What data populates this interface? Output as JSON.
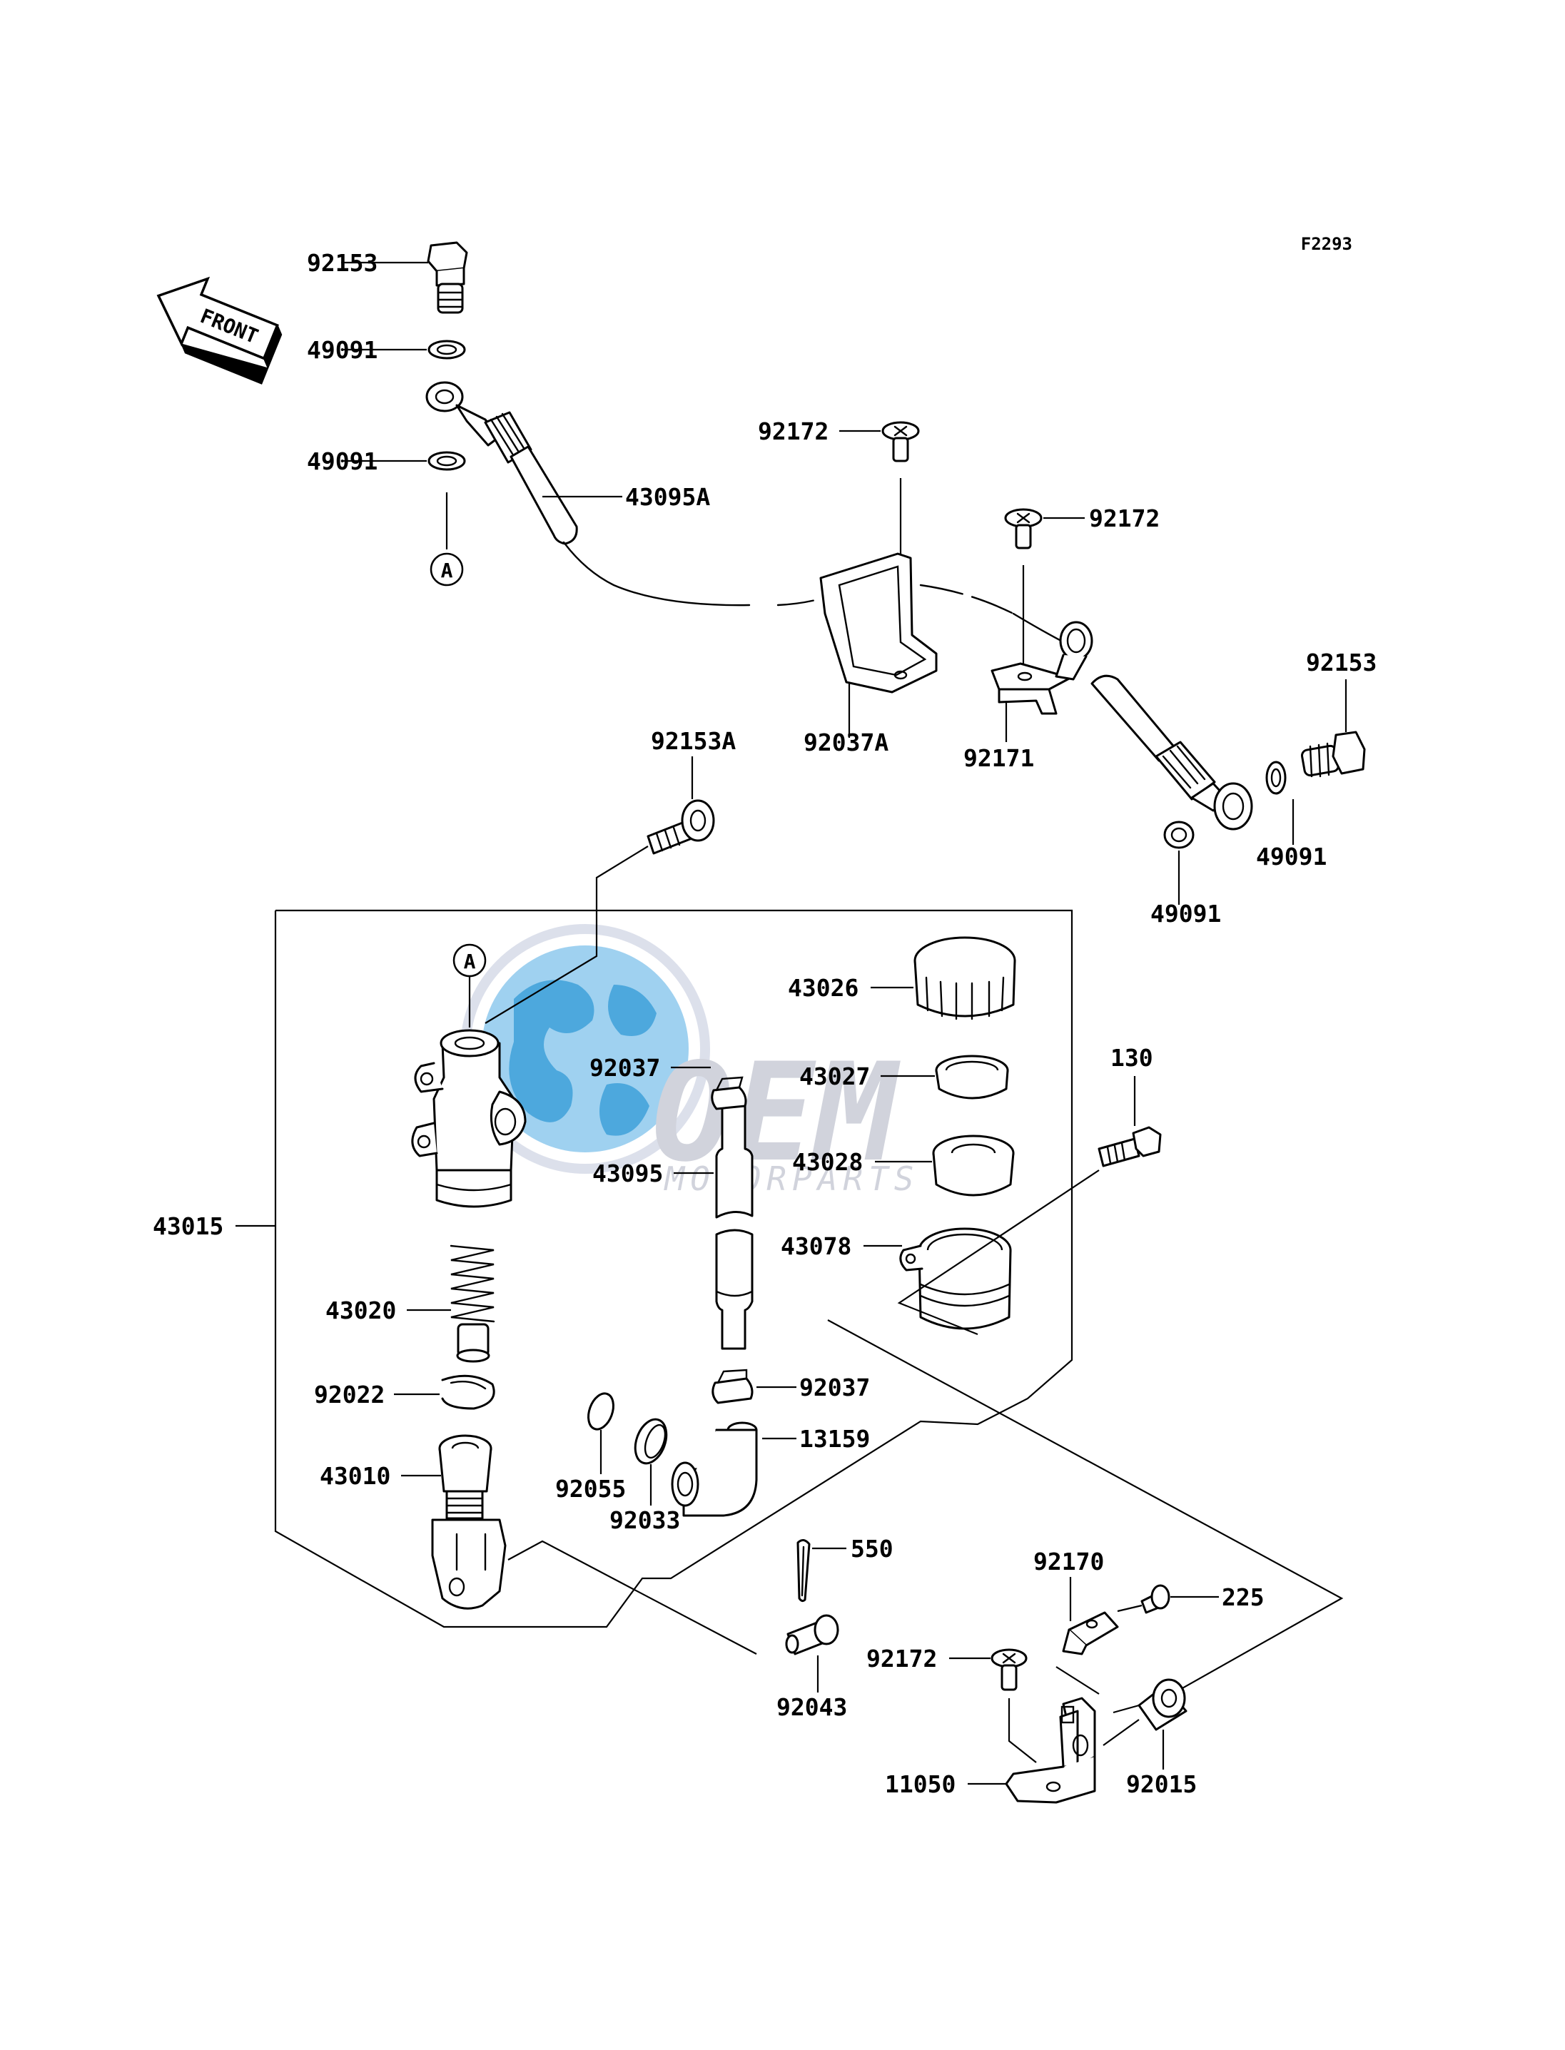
{
  "diagram_code": "F2293",
  "front_arrow_text": "FRONT",
  "reference_marker": "A",
  "watermark": {
    "brand": "OEM",
    "sub": "MOTORPARTS",
    "colors": {
      "globe": "#8fc9ee",
      "land": "#2f9ad8",
      "text": "#c9ccd6",
      "ring": "#d7dbe8"
    }
  },
  "callouts": {
    "c92153_top": "92153",
    "c49091_a": "49091",
    "c49091_b": "49091",
    "c43095A": "43095A",
    "c92172_a": "92172",
    "c92172_b": "92172",
    "c92153_right": "92153",
    "c92037A": "92037A",
    "c92171": "92171",
    "c49091_c": "49091",
    "c49091_d": "49091",
    "c92153A": "92153A",
    "c43026": "43026",
    "c92037_a": "92037",
    "c43027": "43027",
    "c43028": "43028",
    "c43095": "43095",
    "c130": "130",
    "c43078": "43078",
    "c43015": "43015",
    "c43020": "43020",
    "c92022": "92022",
    "c92037_b": "92037",
    "c13159": "13159",
    "c43010": "43010",
    "c92055": "92055",
    "c92033": "92033",
    "c550": "550",
    "c92170": "92170",
    "c225": "225",
    "c92043": "92043",
    "c92172_c": "92172",
    "c11050": "11050",
    "c92015": "92015"
  }
}
